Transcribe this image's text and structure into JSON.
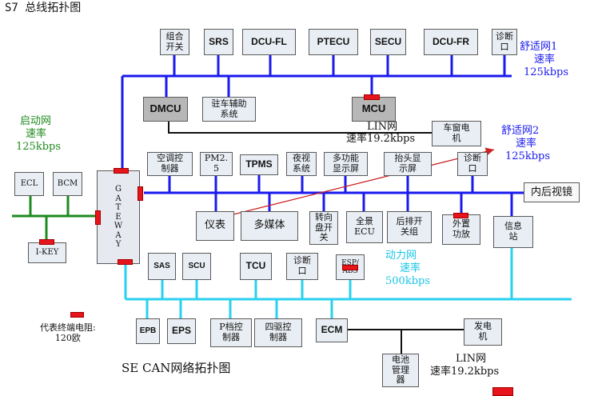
{
  "title": "S7 总线拓扑图",
  "footer": "SE CAN网络拓扑图",
  "legend": {
    "label": "代表终端电阻:\n120欧"
  },
  "colors": {
    "comfort1": "#1a1aee",
    "comfort2": "#1a1aee",
    "start": "#1e8a1e",
    "power": "#2ad0f0",
    "lin": "#111111",
    "terminator": "#e8141b",
    "arrow": "#cc2222"
  },
  "buses": {
    "comfort1": {
      "name": "舒适网1",
      "speed_label": "速率",
      "speed": "125kbps"
    },
    "comfort2": {
      "name": "舒适网2",
      "speed_label": "速率",
      "speed": "125kbps"
    },
    "start": {
      "name": "启动网",
      "speed_label": "速率",
      "speed": "125kbps"
    },
    "power": {
      "name": "动力网",
      "speed_label": "速率",
      "speed": "500kbps"
    },
    "lin1": {
      "name": "LIN网",
      "speed": "速率19.2kbps"
    },
    "lin2": {
      "name": "LIN网",
      "speed": "速率19.2kbps"
    }
  },
  "nodes": {
    "combo_switch": "组合\n开关",
    "srs": "SRS",
    "dcu_fl": "DCU-FL",
    "ptecu": "PTECU",
    "secu": "SECU",
    "dcu_fr": "DCU-FR",
    "diag1": "诊断\n口",
    "dmcu": "DMCU",
    "parking_assist": "驻车辅助\n系统",
    "mcu": "MCU",
    "window_motor": "车窗电\n机",
    "ac_controller": "空调控\n制器",
    "pm25": "PM2.\n5",
    "tpms": "TPMS",
    "night_vision": "夜视\n系统",
    "multi_display": "多功能\n显示屏",
    "hud": "抬头显\n示屏",
    "diag2": "诊断\n口",
    "inner_mirror": "内后视镜",
    "instrument": "仪表",
    "multimedia": "多媒体",
    "steering_switch": "转向\n盘开\n关",
    "panoramic_ecu": "全景\nECU",
    "rear_switch": "后排开\n关组",
    "ambient_light": "外置\n功放",
    "info_station": "信息\n站",
    "gateway": "G\nA\nT\nE\nW\nA\nY",
    "ecl": "ECL",
    "bcm": "BCM",
    "ikey": "I-KEY",
    "sas": "SAS",
    "scu": "SCU",
    "tcu": "TCU",
    "diag3": "诊断\n口",
    "esp_abs": "ESP/\nABS",
    "epb": "EPB",
    "eps": "EPS",
    "p_gear": "P档控\n制器",
    "awd": "四驱控\n制器",
    "ecm": "ECM",
    "generator": "发电\n机",
    "battery_mgr": "电池\n管理\n器"
  }
}
